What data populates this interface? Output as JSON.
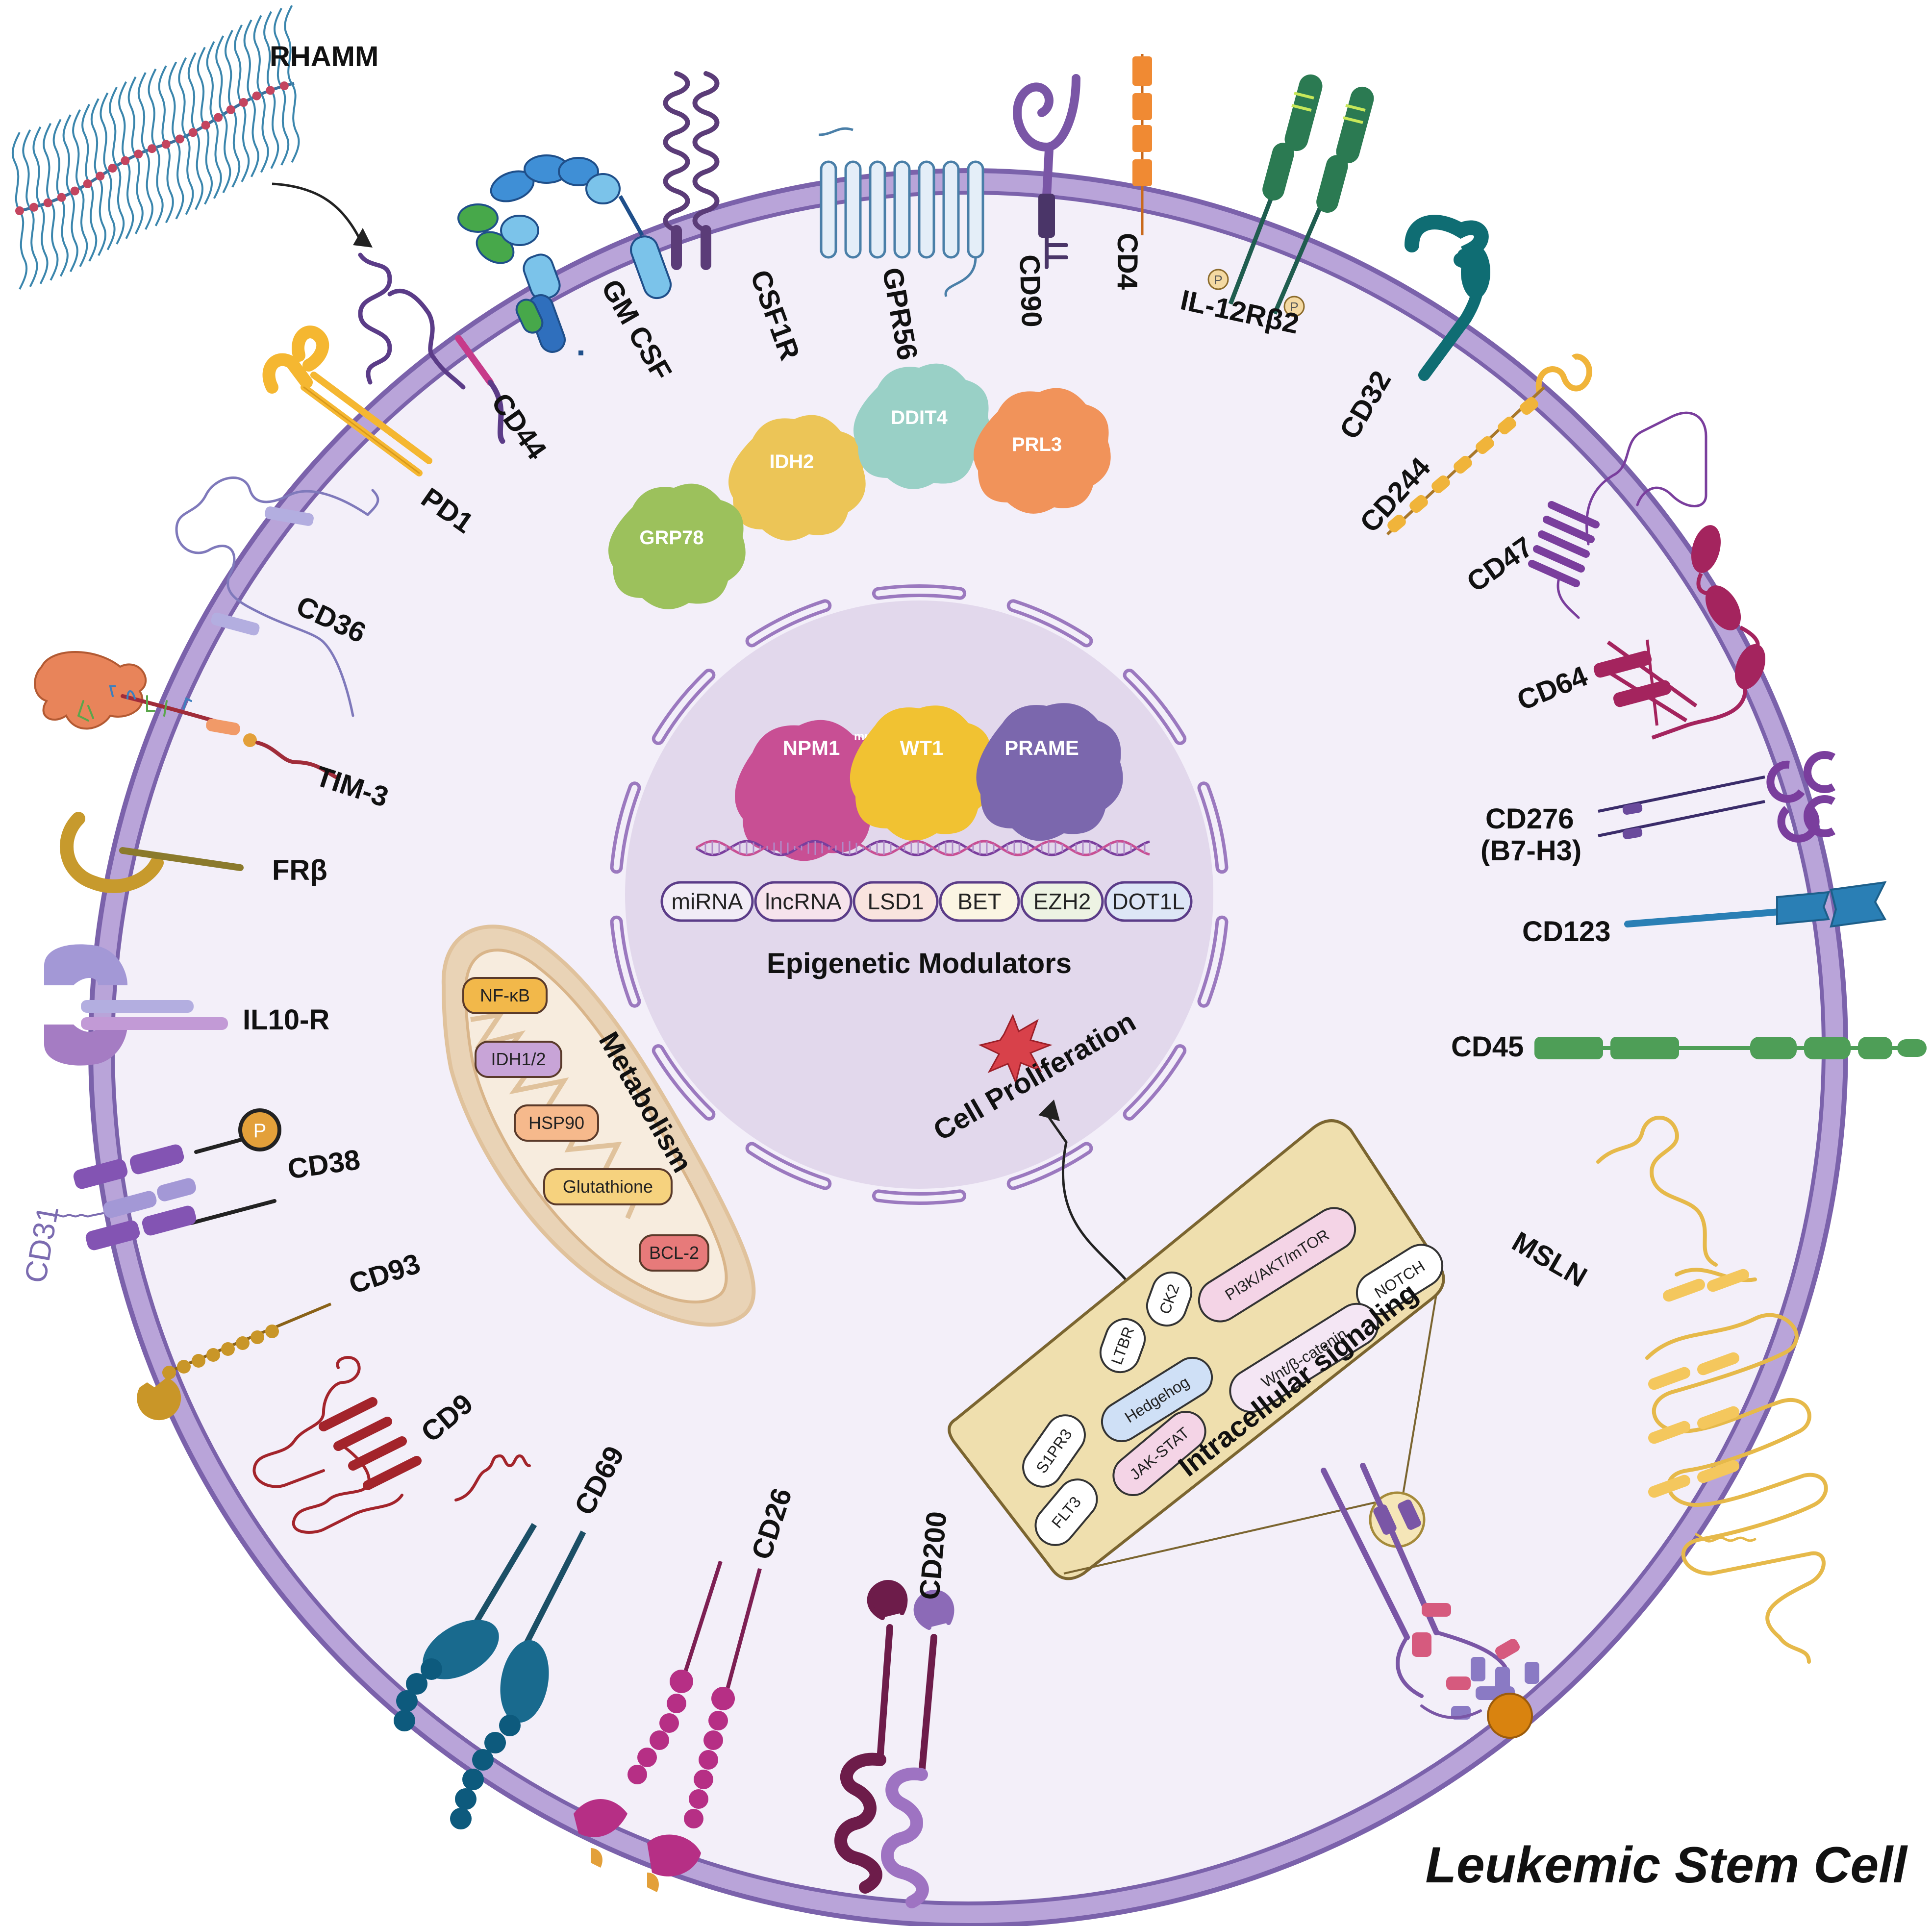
{
  "title": "Leukemic Stem Cell",
  "colors": {
    "membrane": "#b9a4d9",
    "membrane_edge": "#7b62ab",
    "cytoplasm": "#f3eff9",
    "nucleus": "#e2d8ec",
    "mito_outer": "#e9d3b6",
    "signal_box": "#efdfae"
  },
  "receptors": [
    {
      "id": "rhamm",
      "label": "RHAMM",
      "color": "#2f6f8f"
    },
    {
      "id": "cd44",
      "label": "CD44",
      "color": "#5b3c88"
    },
    {
      "id": "gmcsf",
      "label": "GM CSF",
      "color": "#2f7fc4"
    },
    {
      "id": "csf1r",
      "label": "CSF1R",
      "color": "#5b3c78"
    },
    {
      "id": "gpr56",
      "label": "GPR56",
      "color": "#4a7fa8"
    },
    {
      "id": "cd90",
      "label": "CD90",
      "color": "#6d4a96"
    },
    {
      "id": "cd4",
      "label": "CD4",
      "color": "#ef8a33"
    },
    {
      "id": "il12rb2",
      "label": "IL-12Rβ2",
      "color": "#1f6b4f"
    },
    {
      "id": "cd32",
      "label": "CD32",
      "color": "#0f6d73"
    },
    {
      "id": "cd244",
      "label": "CD244",
      "color": "#f0b43a"
    },
    {
      "id": "cd47",
      "label": "CD47",
      "color": "#7a3e9d"
    },
    {
      "id": "cd64",
      "label": "CD64",
      "color": "#a4245e"
    },
    {
      "id": "cd276",
      "label": "CD276\n(B7-H3)",
      "line1": "CD276",
      "line2": "(B7-H3)",
      "color": "#3a2c6a"
    },
    {
      "id": "cd123",
      "label": "CD123",
      "color": "#2a7fb5"
    },
    {
      "id": "cd45",
      "label": "CD45",
      "color": "#4e9e57"
    },
    {
      "id": "msln",
      "label": "MSLN",
      "color": "#f4c75d"
    },
    {
      "id": "pd1",
      "label": "PD1",
      "color": "#f5b731"
    },
    {
      "id": "cd36",
      "label": "CD36",
      "color": "#8a82c4"
    },
    {
      "id": "tim3",
      "label": "TIM-3",
      "color": "#a02c3a"
    },
    {
      "id": "frb",
      "label": "FRβ",
      "color": "#c79a2d"
    },
    {
      "id": "il10r",
      "label": "IL10-R",
      "color": "#a57cc3"
    },
    {
      "id": "cd38",
      "label": "CD38",
      "color": "#8354b3"
    },
    {
      "id": "cd31",
      "label": "CD31",
      "color": "#7b6bb0"
    },
    {
      "id": "cd93",
      "label": "CD93",
      "color": "#c99628"
    },
    {
      "id": "cd9",
      "label": "CD9",
      "color": "#a3242b"
    },
    {
      "id": "cd69",
      "label": "CD69",
      "color": "#196a8e"
    },
    {
      "id": "cd26",
      "label": "CD26",
      "color": "#b62f85"
    },
    {
      "id": "cd200",
      "label": "CD200",
      "color": "#7d1f53"
    }
  ],
  "p_mark": "P",
  "cytoplasm_proteins": [
    {
      "label": "IDH2",
      "color": "#ecc557"
    },
    {
      "label": "DDIT4",
      "color": "#99d0c6"
    },
    {
      "label": "PRL3",
      "color": "#f1935a"
    },
    {
      "label": "GRP78",
      "color": "#9cc15c"
    }
  ],
  "nucleus": {
    "proteins": [
      {
        "label": "NPM1",
        "sup": "mut",
        "color": "#c84f94"
      },
      {
        "label": "WT1",
        "color": "#f1c232"
      },
      {
        "label": "PRAME",
        "color": "#7b67ad"
      }
    ],
    "modulators": [
      "miRNA",
      "lncRNA",
      "LSD1",
      "BET",
      "EZH2",
      "DOT1L"
    ],
    "modulator_colors": [
      "#f1ecf6",
      "#f6e3ec",
      "#f9e4de",
      "#fbf5e3",
      "#edf3e3",
      "#dde6f6"
    ],
    "title": "Epigenetic Modulators",
    "proliferation": "Cell Proliferation"
  },
  "metabolism": {
    "title": "Metabolism",
    "items": [
      {
        "label": "NF-κB",
        "color": "#f2b84a"
      },
      {
        "label": "IDH1/2",
        "color": "#c8a4d7"
      },
      {
        "label": "HSP90",
        "color": "#f6b98c"
      },
      {
        "label": "Glutathione",
        "color": "#f6d27e"
      },
      {
        "label": "BCL-2",
        "color": "#e77a7a"
      }
    ]
  },
  "signaling": {
    "title": "Intracellular signaling",
    "items": [
      {
        "label": "LTBR",
        "color": "#ffffff"
      },
      {
        "label": "CK2",
        "color": "#ffffff"
      },
      {
        "label": "PI3K/AKT/mTOR",
        "color": "#f4d4e6"
      },
      {
        "label": "NOTCH",
        "color": "#ffffff"
      },
      {
        "label": "Hedgehog",
        "color": "#cfe0f6"
      },
      {
        "label": "Wnt/β-catenin",
        "color": "#f4e6f4"
      },
      {
        "label": "S1PR3",
        "color": "#ffffff"
      },
      {
        "label": "JAK-STAT",
        "color": "#f4d4e6"
      },
      {
        "label": "FLT3",
        "color": "#ffffff"
      }
    ]
  }
}
